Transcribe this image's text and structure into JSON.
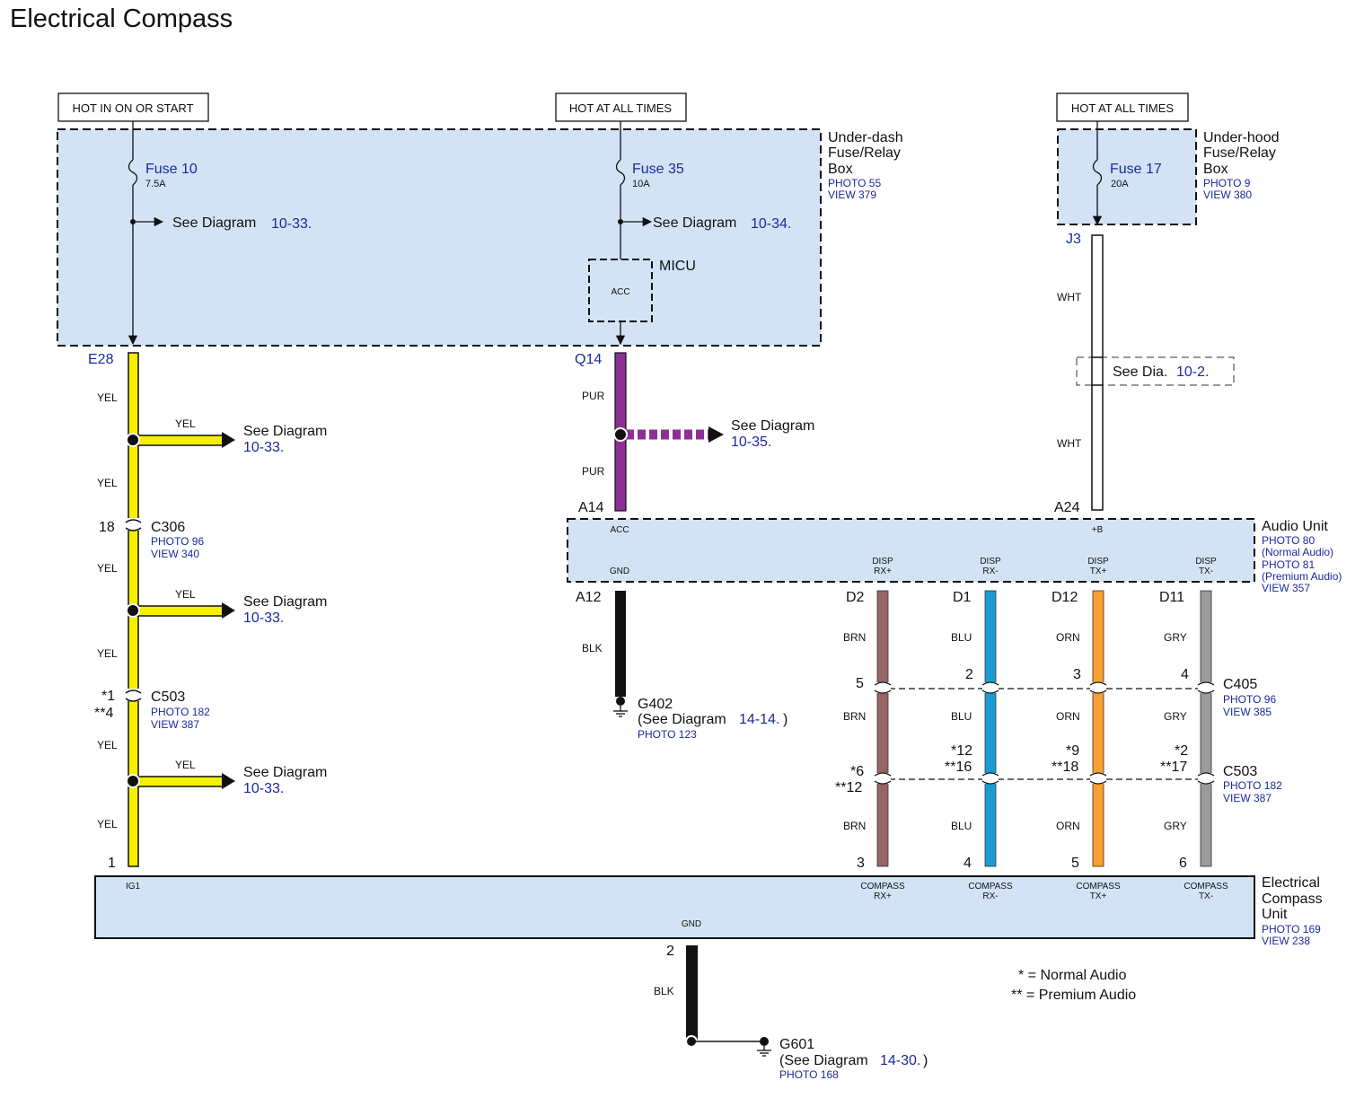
{
  "title": "Electrical Compass",
  "colors": {
    "box_fill": "#d3e3f5",
    "link_blue": "#1a2a9c",
    "yel": "#f4f000",
    "pur": "#8e2f96",
    "brn": "#946666",
    "blu": "#1a9cd0",
    "orn": "#f9a033",
    "gry": "#9b9b9b",
    "blk": "#111111",
    "wht": "#ffffff"
  },
  "sources": {
    "hot_run": "HOT IN ON OR START",
    "hot_all_1": "HOT AT ALL TIMES",
    "hot_all_2": "HOT AT ALL TIMES"
  },
  "underdash": {
    "name": [
      "Under-dash",
      "Fuse/Relay",
      "Box"
    ],
    "photo": "PHOTO 55",
    "view": "VIEW 379",
    "fuse10_name": "Fuse 10",
    "fuse10_amp": "7.5A",
    "fuse35_name": "Fuse 35",
    "fuse35_amp": "10A",
    "see1_text": "See Diagram",
    "see1_link": "10-33.",
    "see2_text": "See Diagram",
    "see2_link": "10-34.",
    "micu_label": "MICU",
    "micu_acc": "ACC"
  },
  "underhood": {
    "name": [
      "Under-hood",
      "Fuse/Relay",
      "Box"
    ],
    "photo": "PHOTO 9",
    "view": "VIEW 380",
    "fuse_name": "Fuse 17",
    "fuse_amp": "20A"
  },
  "terminals": {
    "e28": "E28",
    "q14": "Q14",
    "j3": "J3",
    "a14": "A14",
    "a24": "A24",
    "a12": "A12",
    "d2": "D2",
    "d1": "D1",
    "d12": "D12",
    "d11": "D11"
  },
  "wires": {
    "yel": "YEL",
    "pur": "PUR",
    "wht": "WHT",
    "blk": "BLK",
    "brn": "BRN",
    "blu": "BLU",
    "orn": "ORN",
    "gry": "GRY"
  },
  "refs": {
    "see_diagram": "See Diagram",
    "d1033": "10-33.",
    "d1035": "10-35.",
    "see_dia": "See Dia.",
    "d102": "10-2."
  },
  "c306": {
    "pin": "18",
    "name": "C306",
    "photo": "PHOTO 96",
    "view": "VIEW 340"
  },
  "c503_left": {
    "pin1": "*1",
    "pin2": "**4",
    "name": "C503",
    "photo": "PHOTO 182",
    "view": "VIEW 387"
  },
  "audio": {
    "name": "Audio Unit",
    "photo1": "PHOTO 80",
    "note1": "(Normal Audio)",
    "photo2": "PHOTO 81",
    "note2": "(Premium Audio)",
    "view": "VIEW 357",
    "pin_acc": "ACC",
    "pin_b": "+B",
    "pin_gnd": "GND",
    "disp": [
      "DISP",
      "DISP",
      "DISP",
      "DISP"
    ],
    "disp_sub": [
      "RX+",
      "RX-",
      "TX+",
      "TX-"
    ]
  },
  "g402": {
    "name": "G402",
    "see_open": "(See Diagram",
    "link": "14-14.",
    "close": ")",
    "photo": "PHOTO 123"
  },
  "c405": {
    "pins": [
      "5",
      "2",
      "3",
      "4"
    ],
    "name": "C405",
    "photo": "PHOTO 96",
    "view": "VIEW 385"
  },
  "c503_right": {
    "pins_normal": [
      "*6",
      "*12",
      "*9",
      "*2"
    ],
    "pins_premium": [
      "**12",
      "**16",
      "**18",
      "**17"
    ],
    "name": "C503",
    "photo": "PHOTO 182",
    "view": "VIEW 387"
  },
  "compass": {
    "pin_ig1_num": "1",
    "pin_ig1": "IG1",
    "pins": [
      "3",
      "4",
      "5",
      "6"
    ],
    "top_labels": [
      "COMPASS",
      "COMPASS",
      "COMPASS",
      "COMPASS"
    ],
    "sub_labels": [
      "RX+",
      "RX-",
      "TX+",
      "TX-"
    ],
    "gnd": "GND",
    "name": [
      "Electrical",
      "Compass",
      "Unit"
    ],
    "photo": "PHOTO 169",
    "view": "VIEW 238"
  },
  "g601": {
    "pin": "2",
    "name": "G601",
    "see_open": "(See Diagram",
    "link": "14-30.",
    "close": ")",
    "photo": "PHOTO 168"
  },
  "legend": {
    "normal": "* = Normal Audio",
    "premium": "** = Premium Audio"
  }
}
